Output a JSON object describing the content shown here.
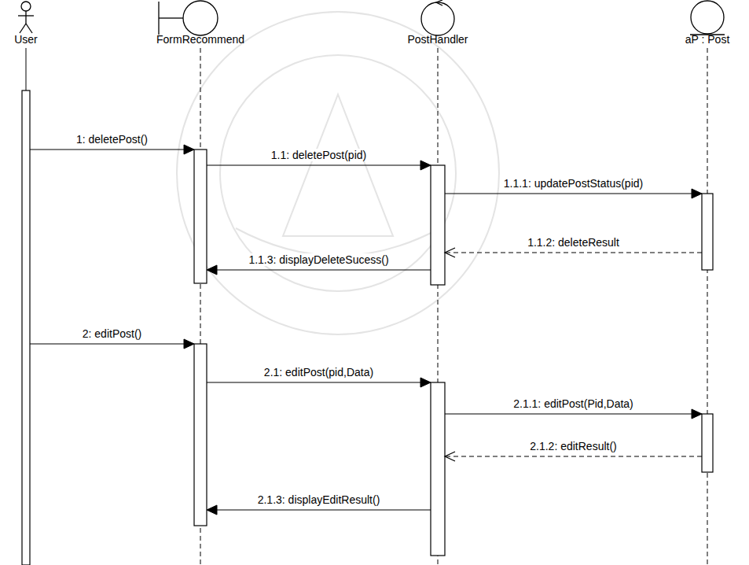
{
  "diagram": {
    "nodes": [
      {
        "text": [
          "User"
        ]
      },
      {
        "text": [
          "FormRecommend"
        ]
      },
      {
        "text": [
          "PostHandler"
        ]
      },
      {
        "text": [
          "aP : Post"
        ]
      }
    ],
    "edges": [
      {
        "from": 0,
        "to": 1,
        "arrow": "to",
        "label": "1: deletePost()"
      },
      {
        "from": 1,
        "to": 2,
        "arrow": "to",
        "label": "1.1: deletePost(pid)"
      },
      {
        "from": 2,
        "to": 3,
        "arrow": "to",
        "label": "1.1.1: updatePostStatus(pid)"
      },
      {
        "from": 3,
        "to": 2,
        "arrow": "to",
        "label": "1.1.2: deleteResult"
      },
      {
        "from": 2,
        "to": 1,
        "arrow": "to",
        "label": "1.1.3: displayDeleteSucess()"
      },
      {
        "from": 0,
        "to": 1,
        "arrow": "to",
        "label": "2: editPost()"
      },
      {
        "from": 1,
        "to": 2,
        "arrow": "to",
        "label": "2.1: editPost(pid,Data)"
      },
      {
        "from": 2,
        "to": 3,
        "arrow": "to",
        "label": "2.1.1: editPost(Pid,Data)"
      },
      {
        "from": 3,
        "to": 2,
        "arrow": "to",
        "label": "2.1.2: editResult()"
      },
      {
        "from": 2,
        "to": 1,
        "arrow": "to",
        "label": "2.1.3: displayEditResult()"
      }
    ]
  }
}
